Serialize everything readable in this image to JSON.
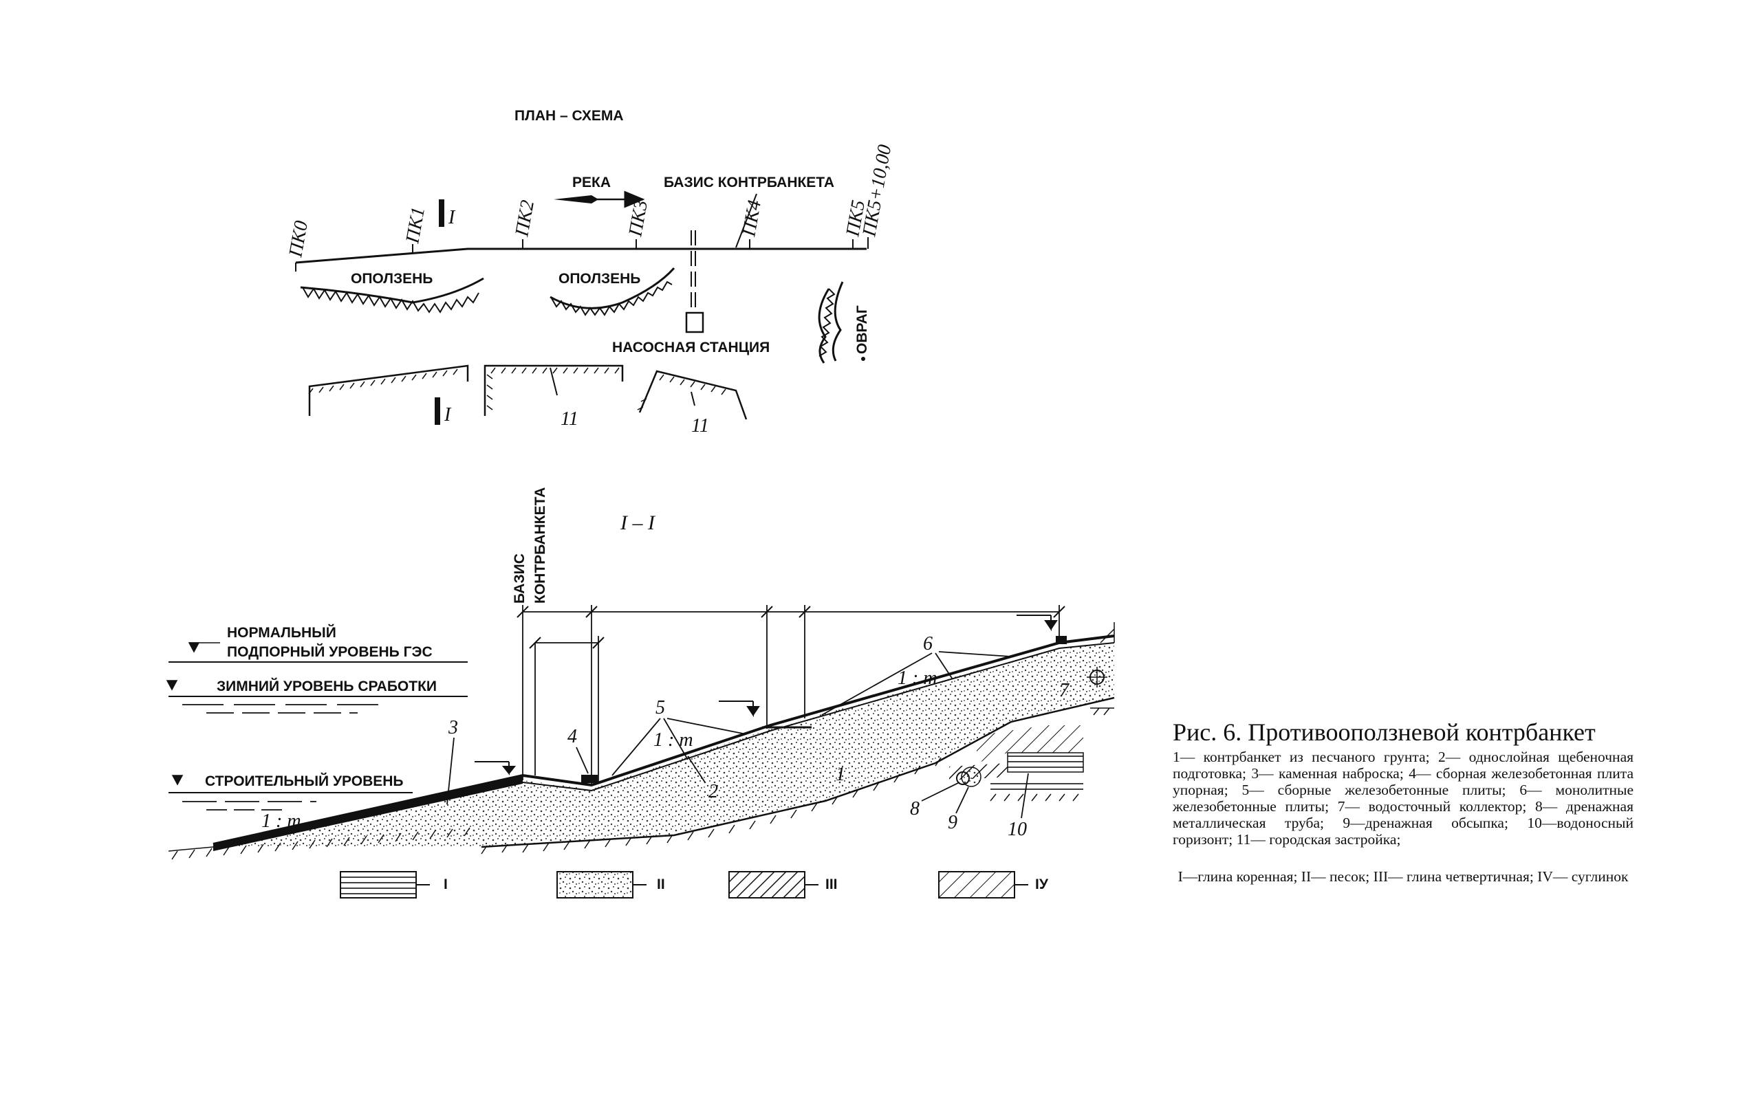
{
  "plan": {
    "title": "ПЛАН – СХЕМА",
    "river": "РЕКА",
    "basis": "БАЗИС КОНТРБАНКЕТА",
    "landslide_1": "ОПОЛЗЕНЬ",
    "landslide_2": "ОПОЛЗЕНЬ",
    "pump_station": "НАСОСНАЯ СТАНЦИЯ",
    "ravine": "ОВРАГ",
    "section_mark_top": "I",
    "section_mark_bottom": "I",
    "pickets": [
      "ПК0",
      "ПК1",
      "ПК2",
      "ПК3",
      "ПК4",
      "ПК5",
      "ПК5+10,00"
    ],
    "building_1": "11",
    "building_2": "11"
  },
  "section": {
    "title": "I – I",
    "basis_word": "БАЗИС",
    "basis_word2": "КОНТРБАНКЕТА",
    "normal_level_1": "НОРМАЛЬНЫЙ",
    "normal_level_2": "ПОДПОРНЫЙ УРОВЕНЬ ГЭС",
    "winter_level": "ЗИМНИЙ УРОВЕНЬ СРАБОТКИ",
    "construction_level": "СТРОИТЕЛЬНЫЙ УРОВЕНЬ",
    "slope_lower": "1 : m",
    "slope_middle": "1 : m",
    "slope_upper": "1 : m",
    "callouts": [
      "1",
      "2",
      "3",
      "4",
      "5",
      "6",
      "7",
      "8",
      "9",
      "10"
    ]
  },
  "soil_legend": [
    "I",
    "II",
    "III",
    "IУ"
  ],
  "caption": {
    "title": "Рис. 6. Противооползневой контрбанкет",
    "legend": "1— контрбанкет из песчаного грунта; 2— однослойная щебеночная подготовка; 3— каменная наброска; 4— сборная железобетонная плита упорная; 5— сборные железобетонные плиты; 6— монолитные железобетонные плиты; 7— водосточный коллектор; 8— дренажная металлическая труба; 9—дренажная обсыпка; 10—водоносный горизонт; 11— городская застройка;",
    "soils": "I—глина коренная; II— песок; III— глина четвертичная; IV— суглинок"
  }
}
